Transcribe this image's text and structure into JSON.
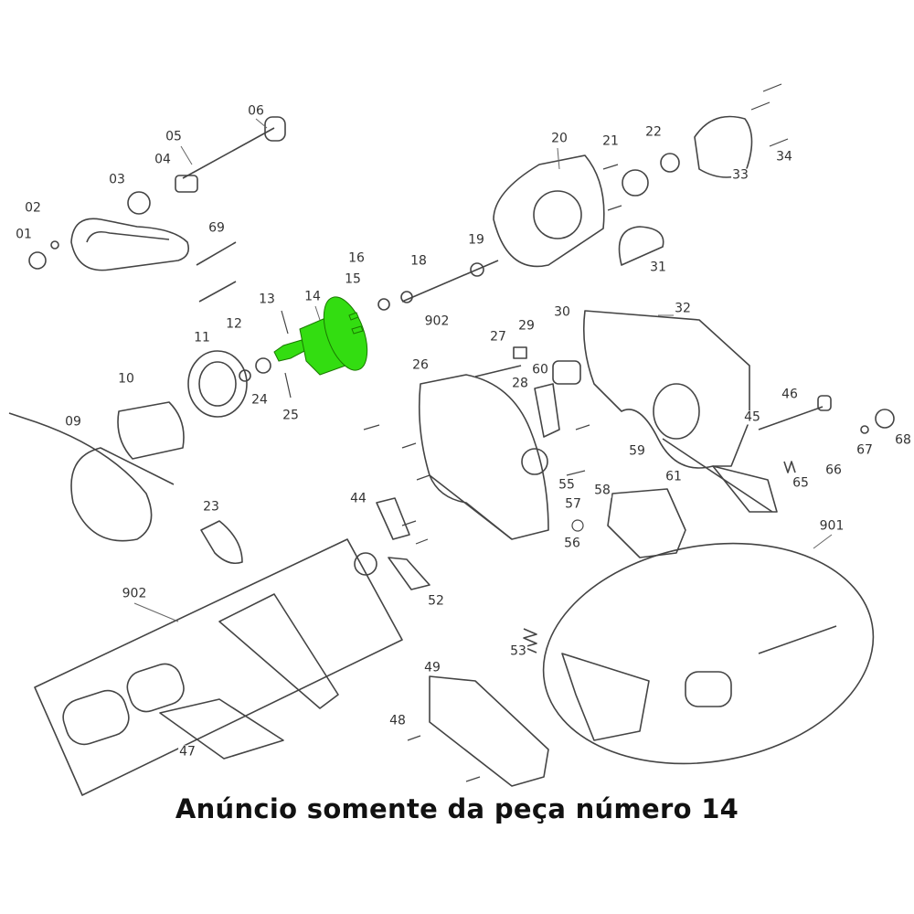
{
  "caption": "Anúncio somente da peça número 14",
  "highlight_color": "#33dd11",
  "highlighted_part": "14",
  "part_labels": [
    "06",
    "05",
    "04",
    "03",
    "02",
    "01",
    "69",
    "13",
    "14",
    "16",
    "15",
    "18",
    "19",
    "902",
    "20",
    "21",
    "22",
    "33",
    "34",
    "31",
    "30",
    "32",
    "27",
    "29",
    "28",
    "60",
    "26",
    "11",
    "12",
    "10",
    "24",
    "25",
    "09",
    "46",
    "45",
    "68",
    "67",
    "66",
    "65",
    "59",
    "55",
    "57",
    "58",
    "61",
    "56",
    "44",
    "23",
    "901",
    "902",
    "52",
    "53",
    "49",
    "48",
    "47"
  ]
}
